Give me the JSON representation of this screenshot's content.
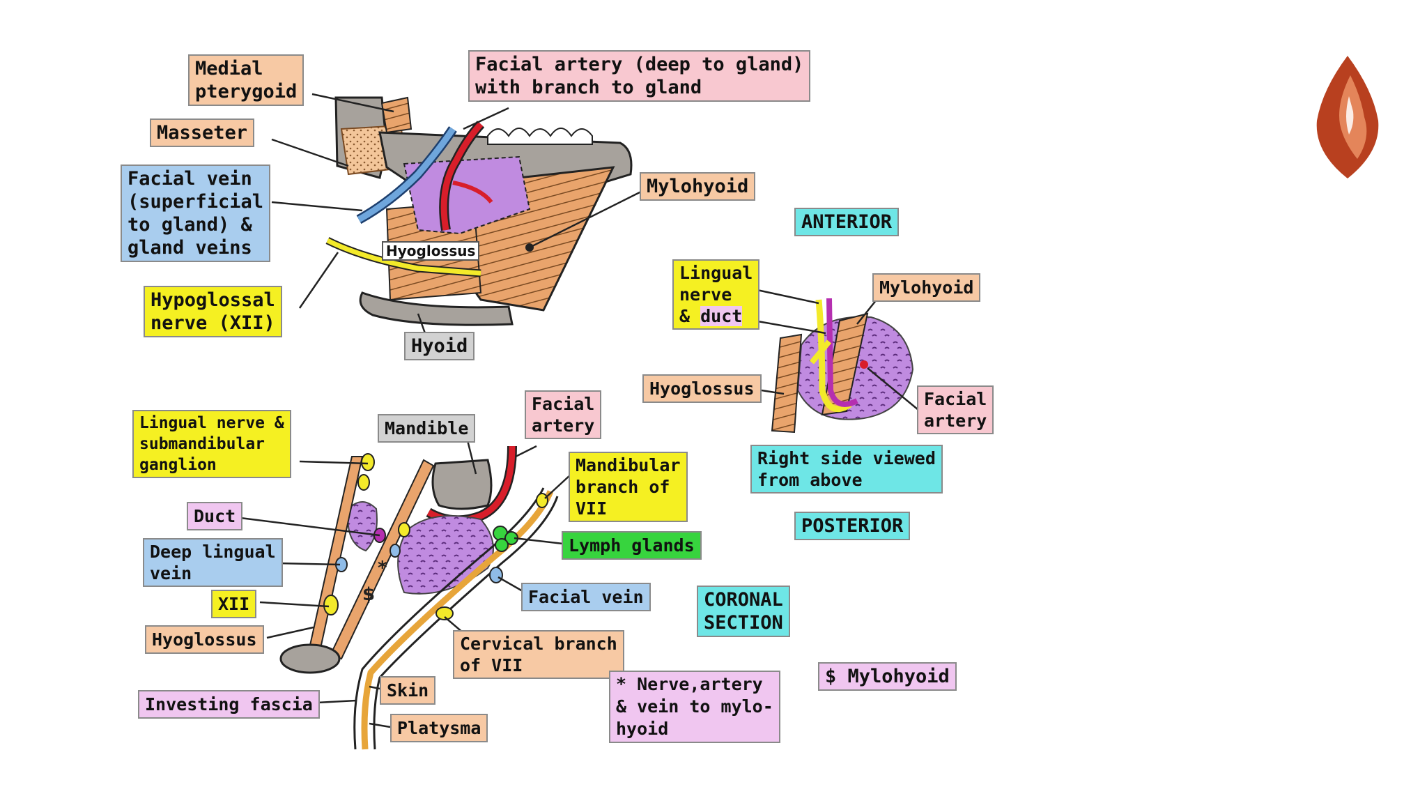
{
  "labels": {
    "medial_pterygoid": "Medial\npterygoid",
    "facial_artery_gland": "Facial artery (deep to gland)\nwith branch to gland",
    "masseter": "Masseter",
    "facial_vein_gland": "Facial vein\n(superficial\nto gland) &\ngland veins",
    "mylohyoid_top": "Mylohyoid",
    "hyoglossus_inset": "Hyoglossus",
    "hypoglossal": "Hypoglossal\nnerve (XII)",
    "hyoid": "Hyoid",
    "anterior": "ANTERIOR",
    "lingual_duct": "Lingual\nnerve\n& ",
    "lingual_duct_word": "duct",
    "mylohyoid_right": "Mylohyoid",
    "hyoglossus_right": "Hyoglossus",
    "facial_artery_right": "Facial\nartery",
    "right_side": "Right side viewed\nfrom above",
    "posterior": "POSTERIOR",
    "lingual_ganglion": "Lingual nerve &\nsubmandibular\nganglion",
    "mandible": "Mandible",
    "facial_artery_bottom": "Facial\nartery",
    "mandibular_branch": "Mandibular\nbranch of\nVII",
    "duct": "Duct",
    "lymph": "Lymph glands",
    "deep_lingual": "Deep lingual\nvein",
    "facial_vein_bottom": "Facial vein",
    "coronal": "CORONAL\nSECTION",
    "xii": "XII",
    "hyoglossus_bottom": "Hyoglossus",
    "cervical_branch": "Cervical branch\nof VII",
    "skin": "Skin",
    "nerve_artery": "* Nerve,artery\n& vein to mylo-\nhyoid",
    "mylohyoid_dollar": "$ Mylohyoid",
    "investing": "Investing fascia",
    "platysma": "Platysma",
    "star": "*",
    "dollar": "$"
  },
  "colors": {
    "artery": "#d81e2a",
    "vein": "#4f8fd0",
    "nerve": "#f3ea2a",
    "gland": "#b77fd8",
    "muscle": "#c98a52",
    "bone": "#9a928a",
    "logo": "#b8401f"
  },
  "icons": {
    "logo": "flame-logo-icon"
  }
}
